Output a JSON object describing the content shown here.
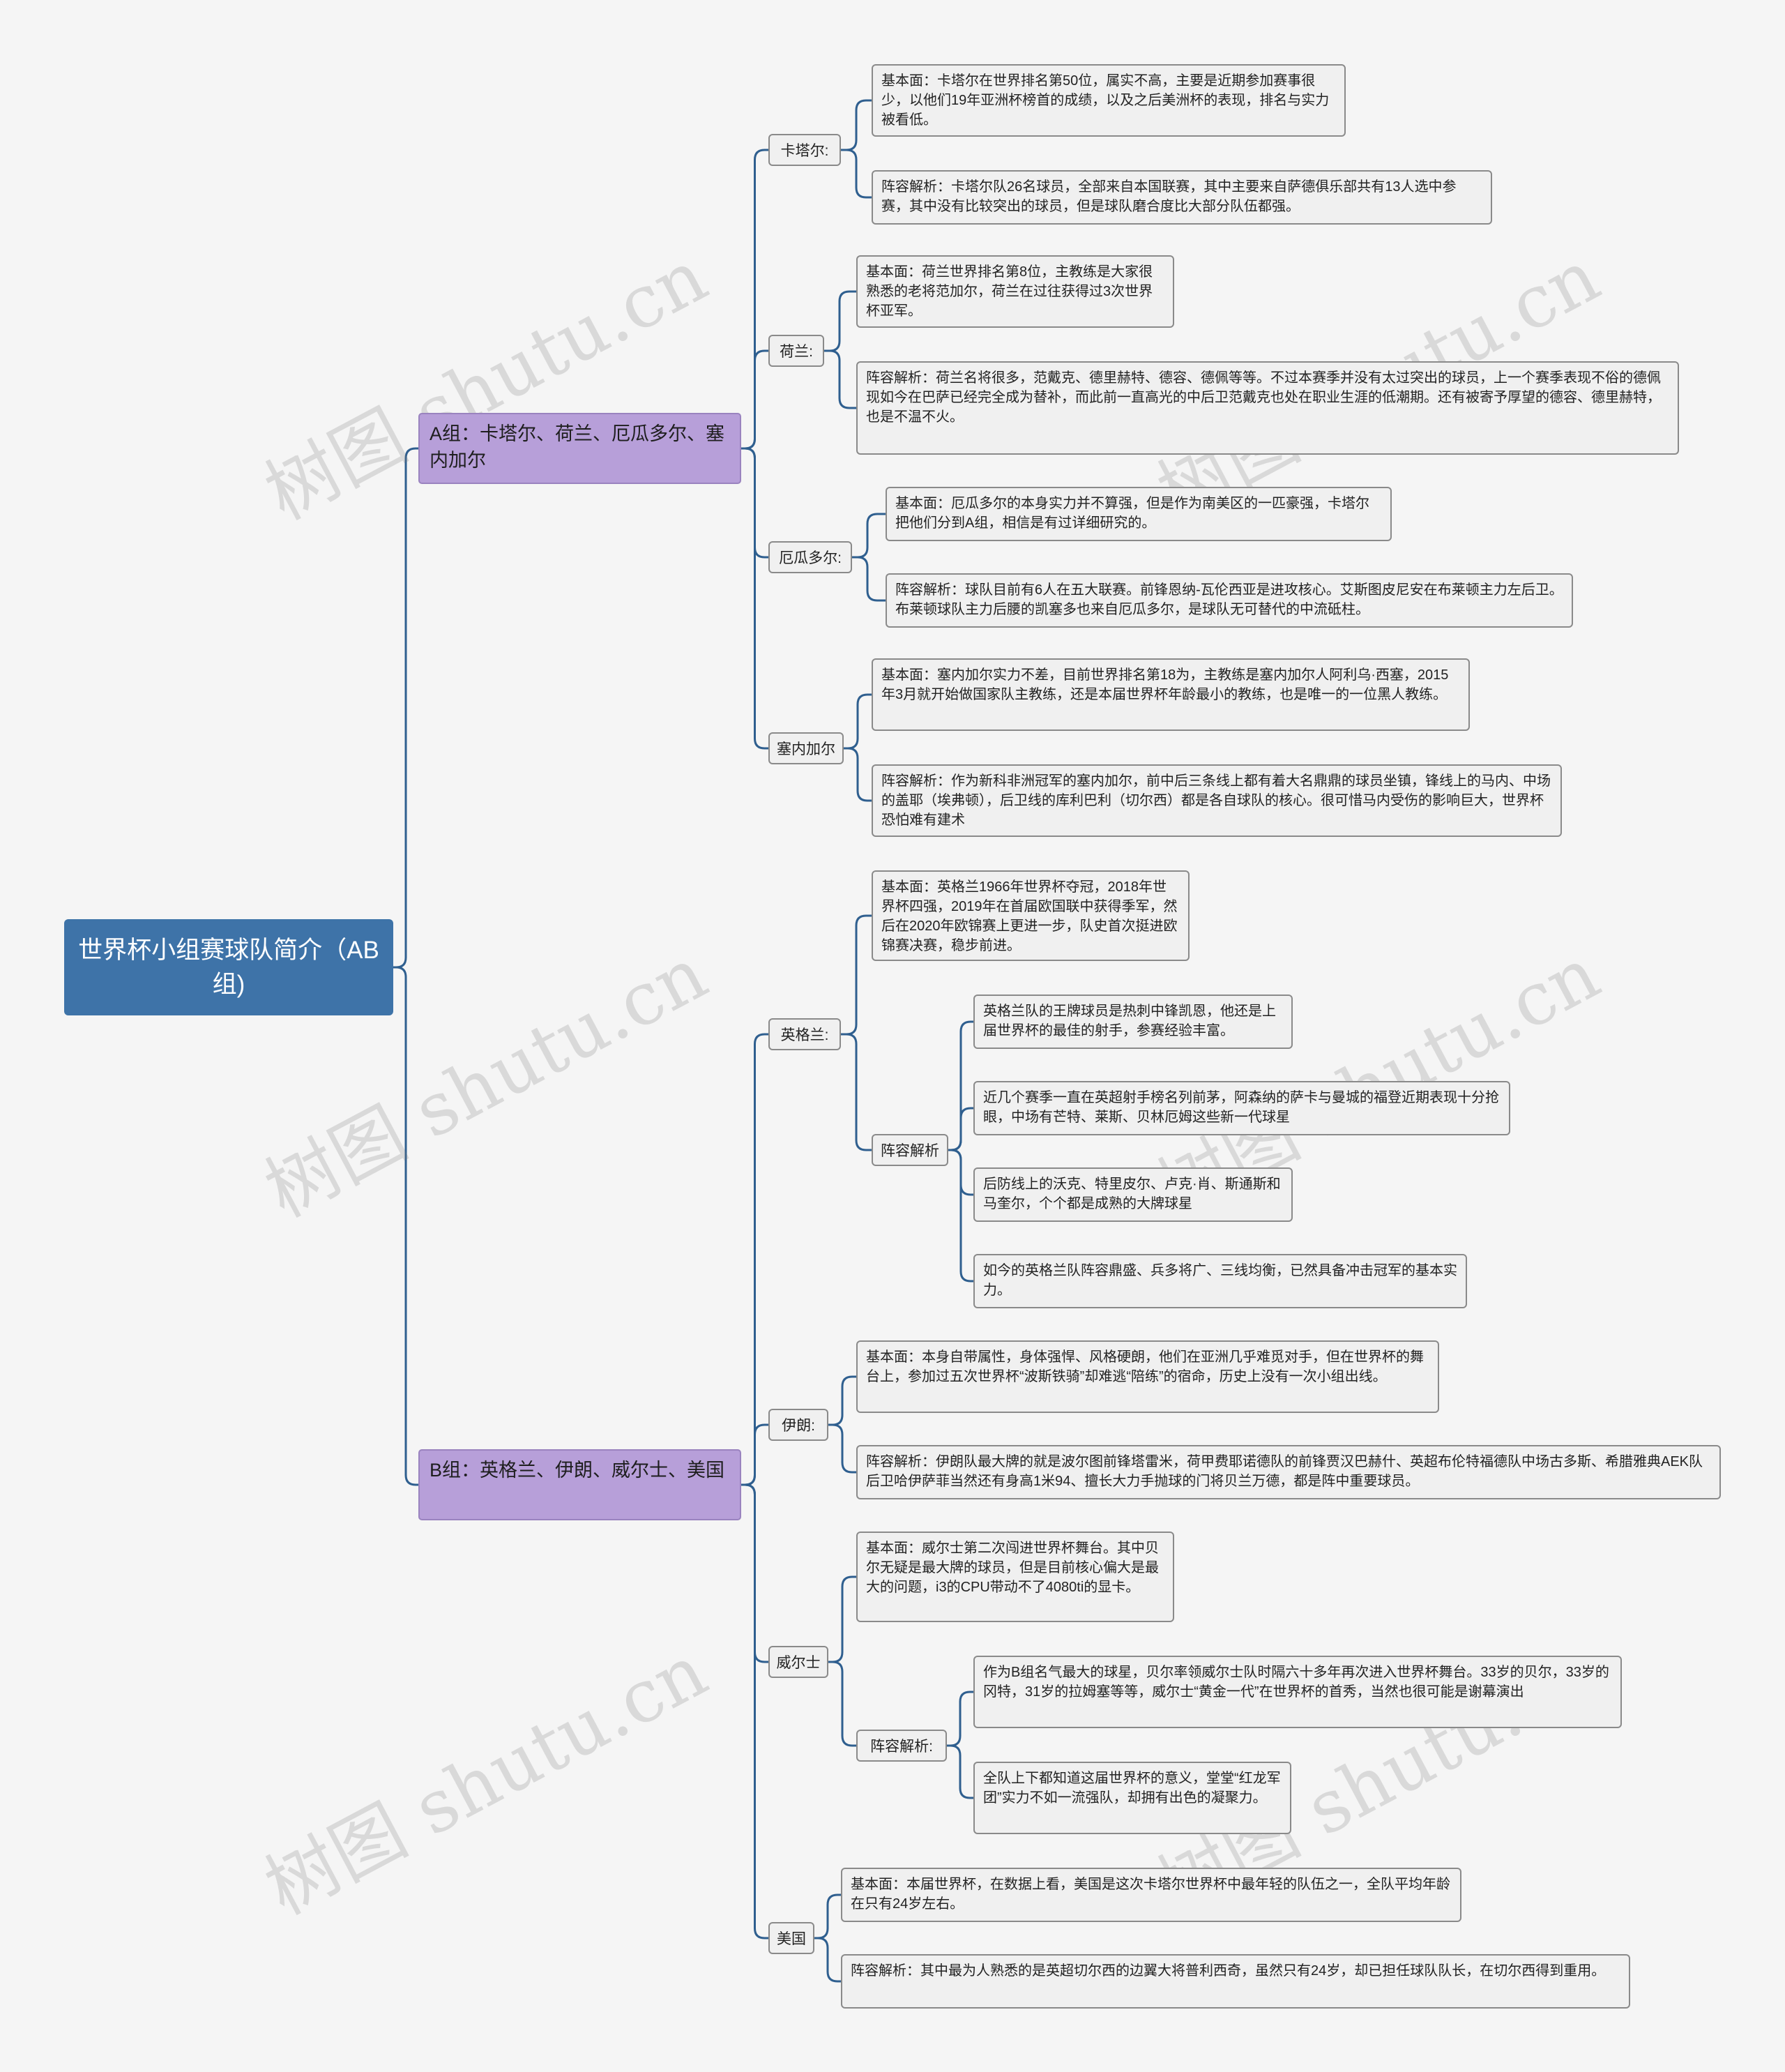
{
  "mindmap": {
    "root": "世界杯小组赛球队简介（AB组)",
    "group_a": {
      "label": "A组：卡塔尔、荷兰、厄瓜多尔、塞内加尔",
      "qatar": {
        "label": "卡塔尔:",
        "basic": "基本面：卡塔尔在世界排名第50位，属实不高，主要是近期参加赛事很少，以他们19年亚洲杯榜首的成绩，以及之后美洲杯的表现，排名与实力被看低。",
        "lineup": "阵容解析：卡塔尔队26名球员，全部来自本国联赛，其中主要来自萨德俱乐部共有13人选中参赛，其中没有比较突出的球员，但是球队磨合度比大部分队伍都强。"
      },
      "netherlands": {
        "label": "荷兰:",
        "basic": "基本面：荷兰世界排名第8位，主教练是大家很熟悉的老将范加尔，荷兰在过往获得过3次世界杯亚军。",
        "lineup": "阵容解析：荷兰名将很多，范戴克、德里赫特、德容、德佩等等。不过本赛季并没有太过突出的球员，上一个赛季表现不俗的德佩现如今在巴萨已经完全成为替补，而此前一直高光的中后卫范戴克也处在职业生涯的低潮期。还有被寄予厚望的德容、德里赫特，也是不温不火。"
      },
      "ecuador": {
        "label": "厄瓜多尔:",
        "basic": "基本面：厄瓜多尔的本身实力并不算强，但是作为南美区的一匹豪强，卡塔尔把他们分到A组，相信是有过详细研究的。",
        "lineup": "阵容解析：球队目前有6人在五大联赛。前锋恩纳-瓦伦西亚是进攻核心。艾斯图皮尼安在布莱顿主力左后卫。布莱顿球队主力后腰的凯塞多也来自厄瓜多尔，是球队无可替代的中流砥柱。"
      },
      "senegal": {
        "label": "塞内加尔",
        "basic": "基本面：塞内加尔实力不差，目前世界排名第18为，主教练是塞内加尔人阿利乌·西塞，2015年3月就开始做国家队主教练，还是本届世界杯年龄最小的教练，也是唯一的一位黑人教练。",
        "lineup": "阵容解析：作为新科非洲冠军的塞内加尔，前中后三条线上都有着大名鼎鼎的球员坐镇，锋线上的马内、中场的盖耶（埃弗顿），后卫线的库利巴利（切尔西）都是各自球队的核心。很可惜马内受伤的影响巨大，世界杯恐怕难有建术"
      }
    },
    "group_b": {
      "label": "B组：英格兰、伊朗、威尔士、美国",
      "england": {
        "label": "英格兰:",
        "basic": "基本面：英格兰1966年世界杯夺冠，2018年世界杯四强，2019年在首届欧国联中获得季军，然后在2020年欧锦赛上更进一步，队史首次挺进欧锦赛决赛，稳步前进。",
        "lineup_label": "阵容解析",
        "lineup_items": [
          "英格兰队的王牌球员是热刺中锋凯恩，他还是上届世界杯的最佳的射手，参赛经验丰富。",
          "近几个赛季一直在英超射手榜名列前茅，阿森纳的萨卡与曼城的福登近期表现十分抢眼，中场有芒特、莱斯、贝林厄姆这些新一代球星",
          "后防线上的沃克、特里皮尔、卢克·肖、斯通斯和马奎尔，个个都是成熟的大牌球星",
          "如今的英格兰队阵容鼎盛、兵多将广、三线均衡，已然具备冲击冠军的基本实力。"
        ]
      },
      "iran": {
        "label": "伊朗:",
        "basic": "基本面：本身自带属性，身体强悍、风格硬朗，他们在亚洲几乎难觅对手，但在世界杯的舞台上，参加过五次世界杯“波斯铁骑”却难逃“陪练”的宿命，历史上没有一次小组出线。",
        "lineup": "阵容解析：伊朗队最大牌的就是波尔图前锋塔雷米，荷甲费耶诺德队的前锋贾汉巴赫什、英超布伦特福德队中场古多斯、希腊雅典AEK队后卫哈伊萨菲当然还有身高1米94、擅长大力手抛球的门将贝兰万德，都是阵中重要球员。"
      },
      "wales": {
        "label": "威尔士",
        "basic": "基本面：威尔士第二次闯进世界杯舞台。其中贝尔无疑是最大牌的球员，但是目前核心偏大是最大的问题，i3的CPU带动不了4080ti的显卡。",
        "lineup_label": "阵容解析:",
        "lineup_items": [
          "作为B组名气最大的球星，贝尔率领威尔士队时隔六十多年再次进入世界杯舞台。33岁的贝尔，33岁的冈特，31岁的拉姆塞等等，威尔士“黄金一代”在世界杯的首秀，当然也很可能是谢幕演出",
          "全队上下都知道这届世界杯的意义，堂堂“红龙军团”实力不如一流强队，却拥有出色的凝聚力。"
        ]
      },
      "usa": {
        "label": "美国",
        "basic": "基本面：本届世界杯，在数据上看，美国是这次卡塔尔世界杯中最年轻的队伍之一，全队平均年龄在只有24岁左右。",
        "lineup": "阵容解析：其中最为人熟悉的是英超切尔西的边翼大将普利西奇，虽然只有24岁，却已担任球队队长，在切尔西得到重用。"
      }
    },
    "watermark": "树图 shutu.cn",
    "colors": {
      "root_fill": "#3e73a8",
      "group_fill": "#b79fd9",
      "leaf_fill": "#f0f0f0",
      "connector": "#2f5f8f"
    }
  }
}
